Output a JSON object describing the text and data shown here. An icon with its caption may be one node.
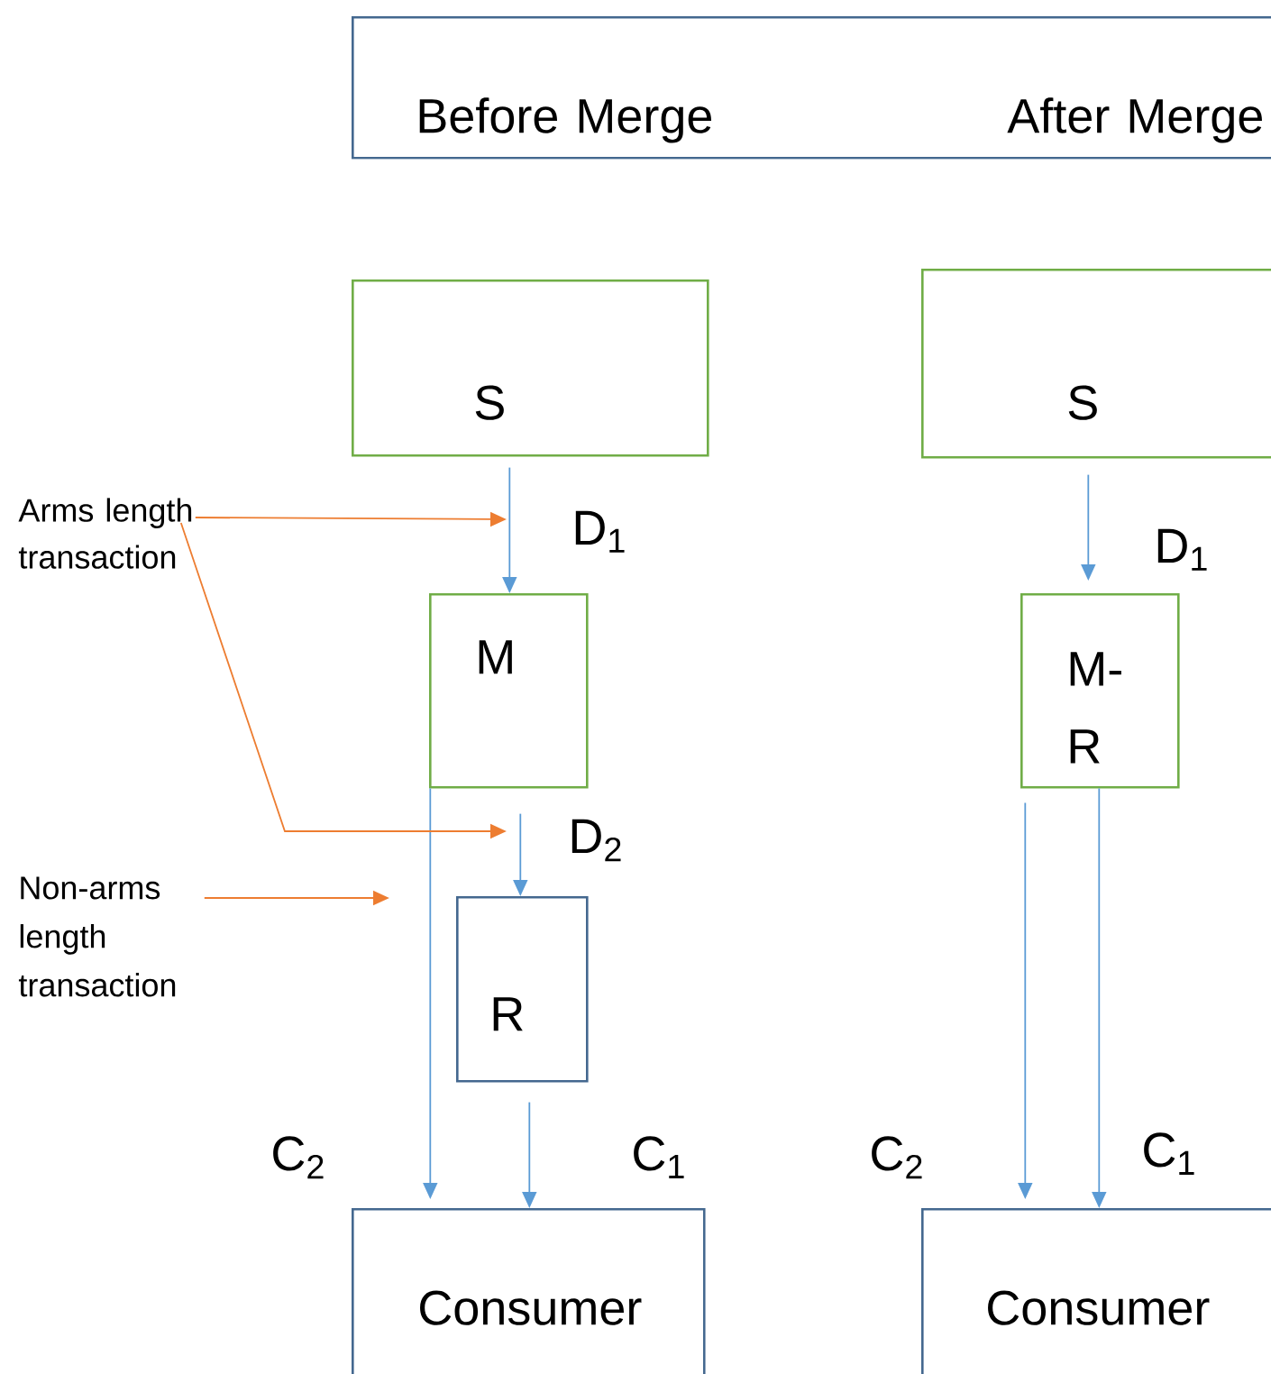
{
  "diagram": {
    "nodes": [
      {
        "text": [
          "Before Merge",
          "After Merge"
        ]
      },
      {
        "text": [
          "S"
        ]
      },
      {
        "text": [
          "M"
        ]
      },
      {
        "text": [
          "R"
        ]
      },
      {
        "text": [
          "Consumer"
        ]
      },
      {
        "text": [
          "S"
        ]
      },
      {
        "text": [
          "M-R"
        ]
      },
      {
        "text": [
          "Consumer"
        ]
      },
      {
        "text": [
          "Arms length transaction"
        ]
      },
      {
        "text": [
          "Non-arms length transaction"
        ]
      }
    ],
    "edges": [
      {
        "from": 1,
        "to": 2,
        "arrow": "to"
      },
      {
        "from": 2,
        "to": 3,
        "arrow": "to"
      },
      {
        "from": 2,
        "to": 4,
        "arrow": "to"
      },
      {
        "from": 3,
        "to": 4,
        "arrow": "to"
      },
      {
        "from": 5,
        "to": 6,
        "arrow": "to"
      },
      {
        "from": 6,
        "to": 7,
        "arrow": "to"
      },
      {
        "from": 6,
        "to": 7,
        "arrow": "to"
      },
      {
        "from": 8,
        "to": null,
        "arrow": "to",
        "color": "#ed7d31"
      },
      {
        "from": 8,
        "to": null,
        "arrow": "to",
        "color": "#ed7d31"
      },
      {
        "from": 9,
        "to": null,
        "arrow": "to",
        "color": "#ed7d31"
      }
    ],
    "labels": [
      "D$_{1}$",
      "D$_{2}$",
      "C$_{2}$",
      "C$_{1}$",
      "D$_{1}$",
      "C$_{2}$",
      "C$_{1}$"
    ]
  }
}
